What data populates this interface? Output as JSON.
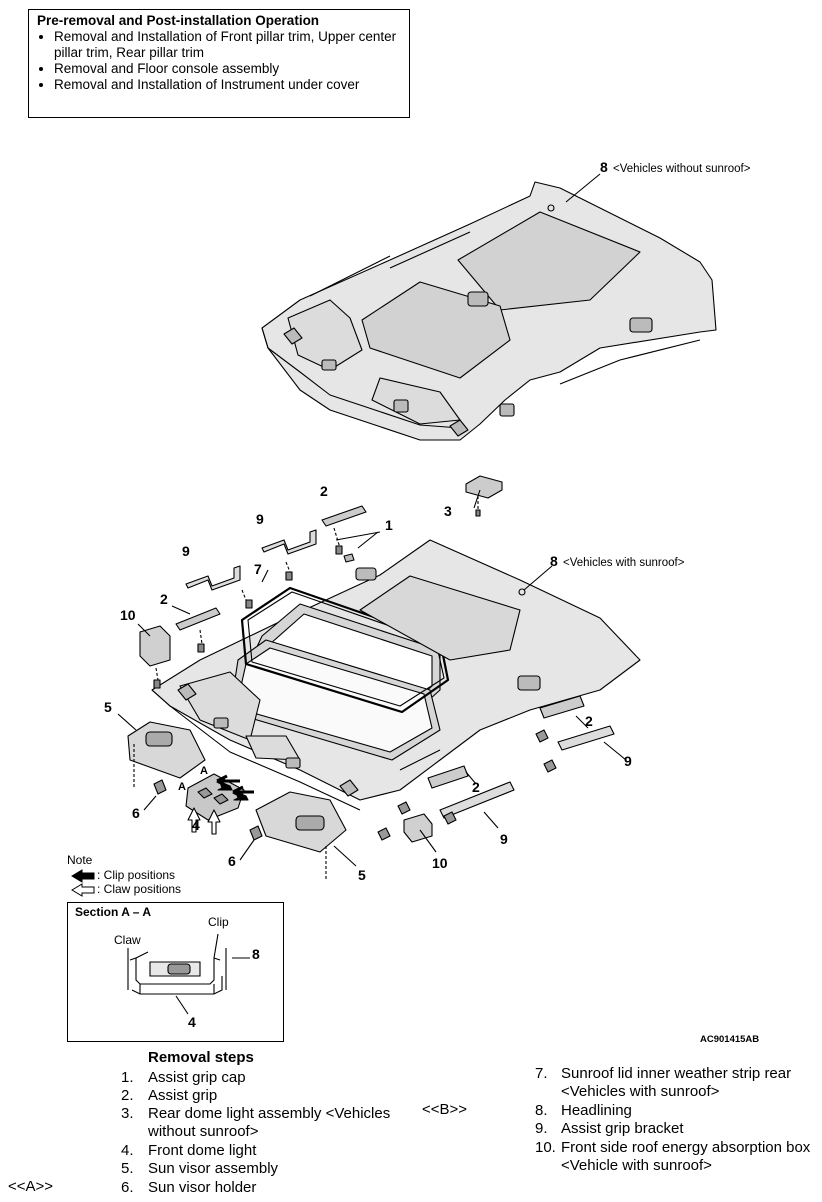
{
  "pre_removal": {
    "title": "Pre-removal and Post-installation Operation",
    "items": [
      "Removal and Installation of Front pillar trim, Upper center pillar trim, Rear pillar trim",
      "Removal and Floor console assembly",
      "Removal and Installation of Instrument under cover"
    ]
  },
  "diagram": {
    "callouts": {
      "c8_top": "8",
      "c8_top_text": "<Vehicles without sunroof>",
      "c8_mid": "8",
      "c8_mid_text": "<Vehicles with sunroof>",
      "c1": "1",
      "c2_top": "2",
      "c2_left": "2",
      "c2_right_a": "2",
      "c2_right_b": "2",
      "c3": "3",
      "c4": "4",
      "c5_left": "5",
      "c5_right": "5",
      "c6_left": "6",
      "c6_right": "6",
      "c7": "7",
      "c9_a": "9",
      "c9_b": "9",
      "c9_c": "9",
      "c9_d": "9",
      "c10_left": "10",
      "c10_right": "10",
      "a_top": "A",
      "a_left": "A"
    },
    "figure_id": "AC901415AB"
  },
  "note": {
    "title": "Note",
    "clip": ": Clip positions",
    "claw": ": Claw positions"
  },
  "section": {
    "title": "Section A – A",
    "claw": "Claw",
    "clip": "Clip",
    "n8": "8",
    "n4": "4"
  },
  "removal": {
    "title": "Removal steps",
    "steps_left": [
      {
        "num": "1.",
        "text": "Assist grip cap"
      },
      {
        "num": "2.",
        "text": "Assist grip"
      },
      {
        "num": "3.",
        "text": "Rear dome light assembly <Vehicles"
      },
      {
        "num": "",
        "text": "without sunroof>"
      },
      {
        "num": "4.",
        "text": "Front dome light"
      },
      {
        "num": "5.",
        "text": "Sun visor assembly"
      },
      {
        "num": "6.",
        "text": "Sun visor holder"
      }
    ],
    "steps_right": [
      {
        "num": "7.",
        "text": "Sunroof lid inner weather strip rear"
      },
      {
        "num": "",
        "text": "<Vehicles with sunroof>"
      },
      {
        "num": "8.",
        "text": "Headlining"
      },
      {
        "num": "9.",
        "text": "Assist grip bracket"
      },
      {
        "num": "10.",
        "text": "Front side roof energy absorption box"
      },
      {
        "num": "",
        "text": "<Vehicle with sunroof>"
      }
    ],
    "marker_b": "<<B>>",
    "marker_a": "<<A>>"
  }
}
